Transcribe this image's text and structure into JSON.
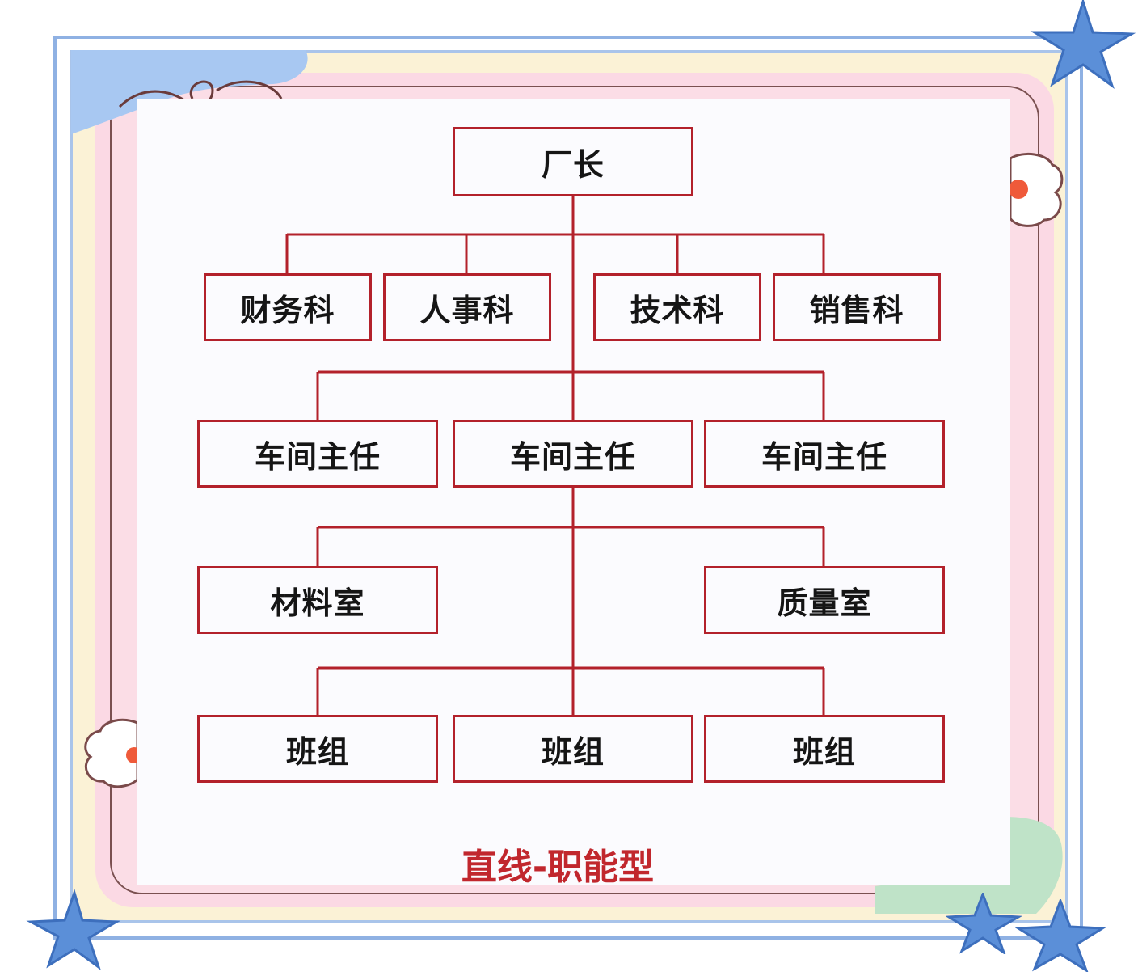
{
  "chart": {
    "root": "厂长",
    "departments": [
      "财务科",
      "人事科",
      "技术科",
      "销售科"
    ],
    "workshop_heads": [
      "车间主任",
      "车间主任",
      "车间主任"
    ],
    "offices": [
      "材料室",
      "质量室"
    ],
    "teams": [
      "班组",
      "班组",
      "班组"
    ],
    "caption": "直线-职能型"
  },
  "colors": {
    "box_border": "#b3212b",
    "connector": "#b3212b",
    "caption": "#c1272d",
    "frame_blue": "#8fb1e3",
    "star_blue": "#5b8fd8"
  }
}
